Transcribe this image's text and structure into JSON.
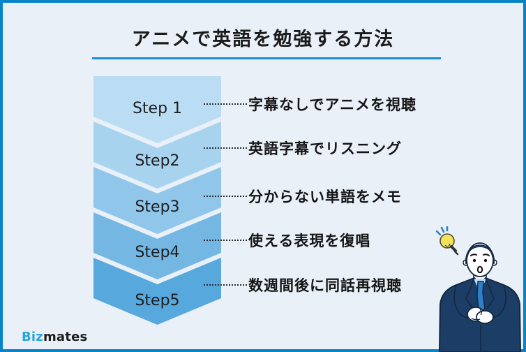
{
  "page": {
    "title": "アニメで英語を勉強する方法",
    "background_color": "#E9F0F8",
    "frame_color": "#0984C8",
    "accent_color": "#1A8CD8"
  },
  "steps": [
    {
      "label": "Step 1",
      "description": "字幕なしでアニメを視聴",
      "color": "#BADDF3"
    },
    {
      "label": "Step2",
      "description": "英語字幕でリスニング",
      "color": "#A8D3EE"
    },
    {
      "label": "Step3",
      "description": "分からない単語をメモ",
      "color": "#8FC6E9"
    },
    {
      "label": "Step4",
      "description": "使える表現を復唱",
      "color": "#74B7E3"
    },
    {
      "label": "Step5",
      "description": "数週間後に同話再視聴",
      "color": "#57A8DD"
    }
  ],
  "footer": {
    "logo_biz": "Biz",
    "logo_mates": "mates"
  },
  "illustration": {
    "primary_color": "#2F80C8",
    "suit_color": "#1C3E66",
    "shirt_color": "#C3DCEF",
    "bulb_color": "#F3E35B",
    "outline_color": "#12273F"
  }
}
